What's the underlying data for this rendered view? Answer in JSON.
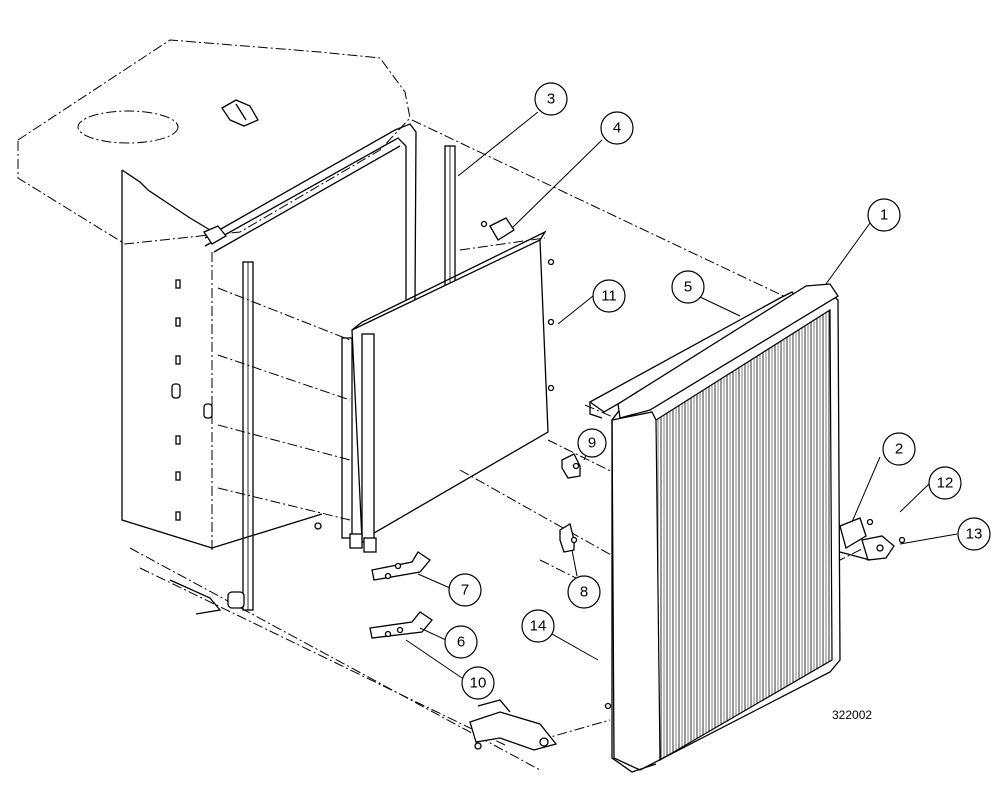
{
  "drawing_number": "322002",
  "callouts": [
    {
      "id": "1",
      "label": "1"
    },
    {
      "id": "2",
      "label": "2"
    },
    {
      "id": "3",
      "label": "3"
    },
    {
      "id": "4",
      "label": "4"
    },
    {
      "id": "5",
      "label": "5"
    },
    {
      "id": "6",
      "label": "6"
    },
    {
      "id": "7",
      "label": "7"
    },
    {
      "id": "8",
      "label": "8"
    },
    {
      "id": "9",
      "label": "9"
    },
    {
      "id": "10",
      "label": "10"
    },
    {
      "id": "11",
      "label": "11"
    },
    {
      "id": "12",
      "label": "12"
    },
    {
      "id": "13",
      "label": "13"
    },
    {
      "id": "14",
      "label": "14"
    }
  ]
}
